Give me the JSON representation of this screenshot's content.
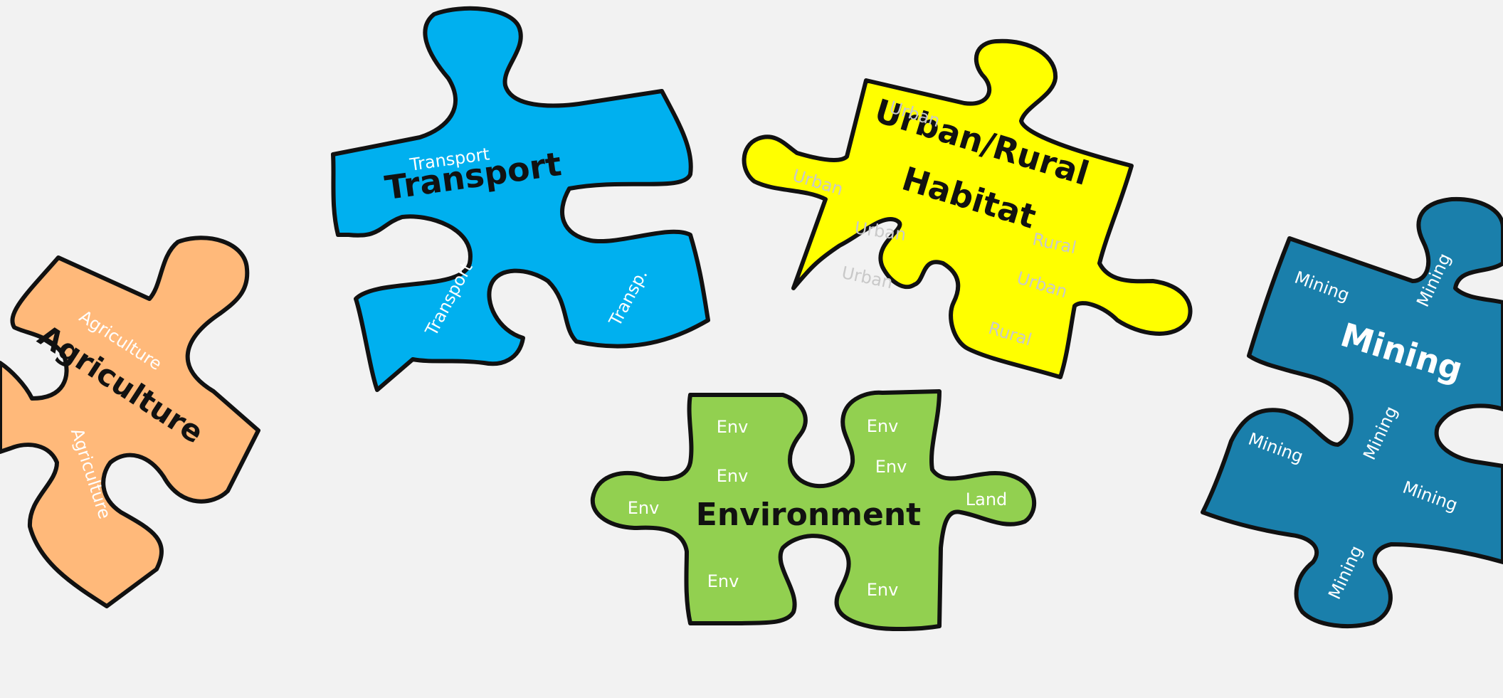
{
  "colors": {
    "background": "#f2f2f2",
    "outline": "#111111",
    "agriculture": "#ffb97a",
    "transport": "#00b0ef",
    "urban": "#ffff00",
    "environment": "#92d050",
    "mining": "#1a7fab"
  },
  "pieces": {
    "agriculture": {
      "title": "Agriculture",
      "tags": [
        "Agriculture",
        "Agriculture"
      ]
    },
    "transport": {
      "title": "Transport",
      "tags": [
        "Transport",
        "Transport",
        "Transp."
      ]
    },
    "urban": {
      "title_line1": "Urban/Rural",
      "title_line2": "Habitat",
      "tags": [
        "Urban",
        "Urban",
        "Urban",
        "Urban",
        "Rural",
        "Urban",
        "Rural"
      ]
    },
    "environment": {
      "title": "Environment",
      "tags": [
        "Env",
        "Env",
        "Env",
        "Env",
        "Env",
        "Env",
        "Env",
        "Land"
      ]
    },
    "mining": {
      "title": "Mining",
      "tags": [
        "Mining",
        "Mining",
        "Mining",
        "Mining",
        "Mining",
        "Mining"
      ]
    }
  }
}
